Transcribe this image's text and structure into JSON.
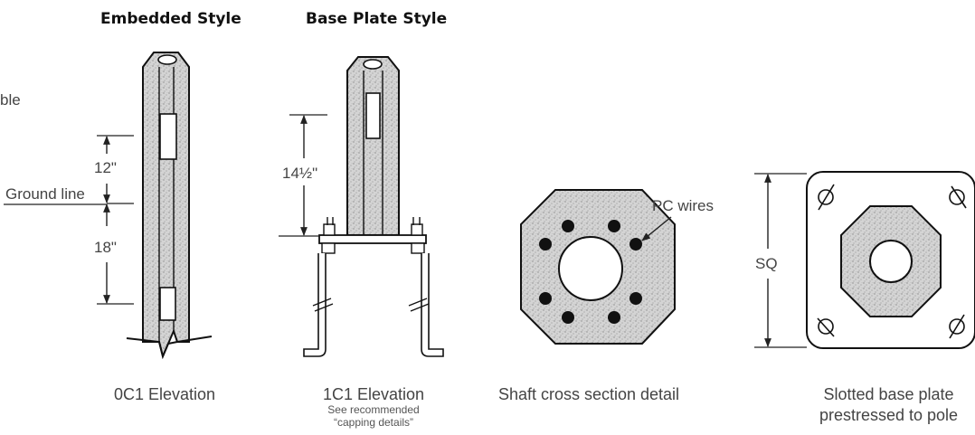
{
  "titles": {
    "embedded": "Embedded Style",
    "base_plate": "Base Plate Style"
  },
  "fragment": "ble",
  "dimensions": {
    "embedded_upper": "12\"",
    "ground_line": "Ground line",
    "embedded_lower": "18\"",
    "base_plate_height": "14½\"",
    "pc_wires": "PC wires",
    "sq": "SQ"
  },
  "captions": {
    "oc1": "0C1 Elevation",
    "ic1": "1C1 Elevation",
    "ic1_note1": "See recommended",
    "ic1_note2": "“capping details”",
    "cross_section": "Shaft cross section detail",
    "plate_line1": "Slotted base plate",
    "plate_line2": "prestressed to pole"
  }
}
